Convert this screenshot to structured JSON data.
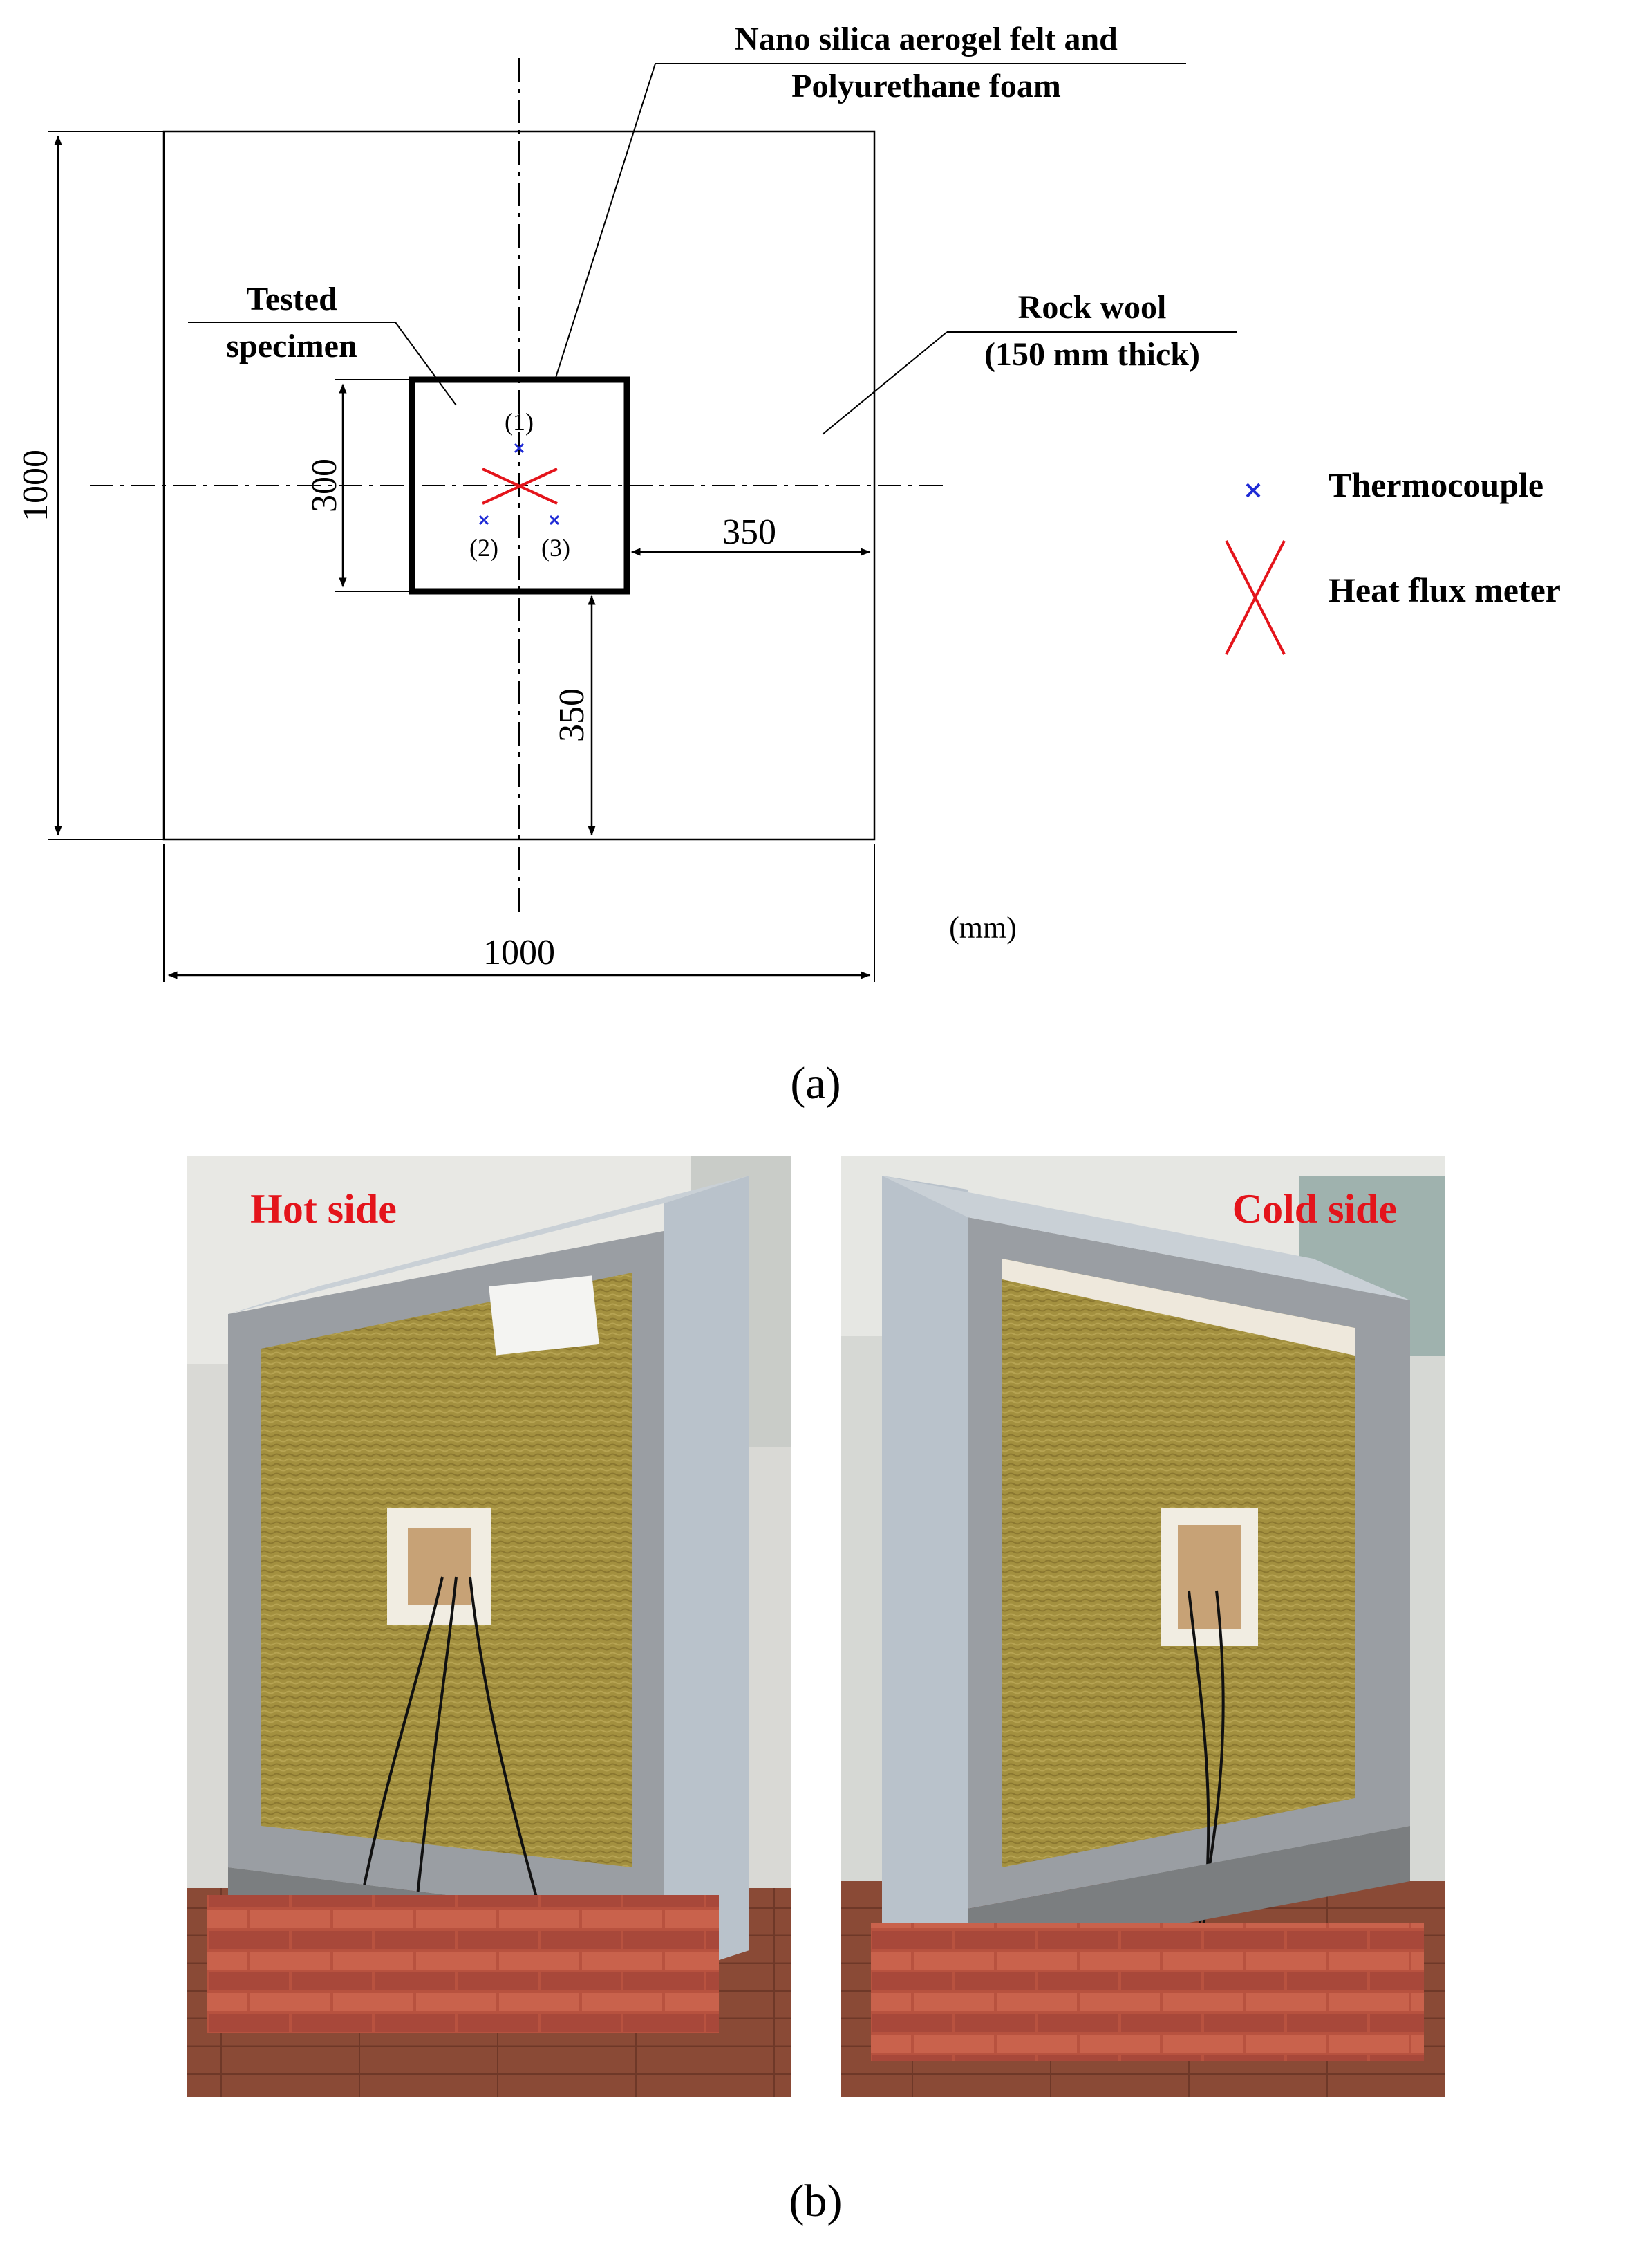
{
  "labels": {
    "nano": [
      "Nano silica aerogel felt and",
      "Polyurethane foam"
    ],
    "tested": [
      "Tested",
      "specimen"
    ],
    "rock": [
      "Rock wool",
      "(150 mm thick)"
    ],
    "tc1": "(1)",
    "tc2": "(2)",
    "tc3": "(3)",
    "dim_300": "300",
    "dim_350_h": "350",
    "dim_350_v": "350",
    "dim_1000_left": "1000",
    "dim_1000_bottom": "1000",
    "unit": "(mm)",
    "panel_a": "(a)",
    "panel_b": "(b)"
  },
  "legend": [
    {
      "icon": "thermocouple-icon",
      "label": "Thermocouple"
    },
    {
      "icon": "heat-flux-meter-icon",
      "label": "Heat flux meter"
    }
  ],
  "photos": {
    "hot_label": "Hot side",
    "cold_label": "Cold side"
  },
  "colors": {
    "thermocouple": "#1f2bd6",
    "heat_flux": "#e4141b",
    "photo_label": "#e4141b"
  }
}
